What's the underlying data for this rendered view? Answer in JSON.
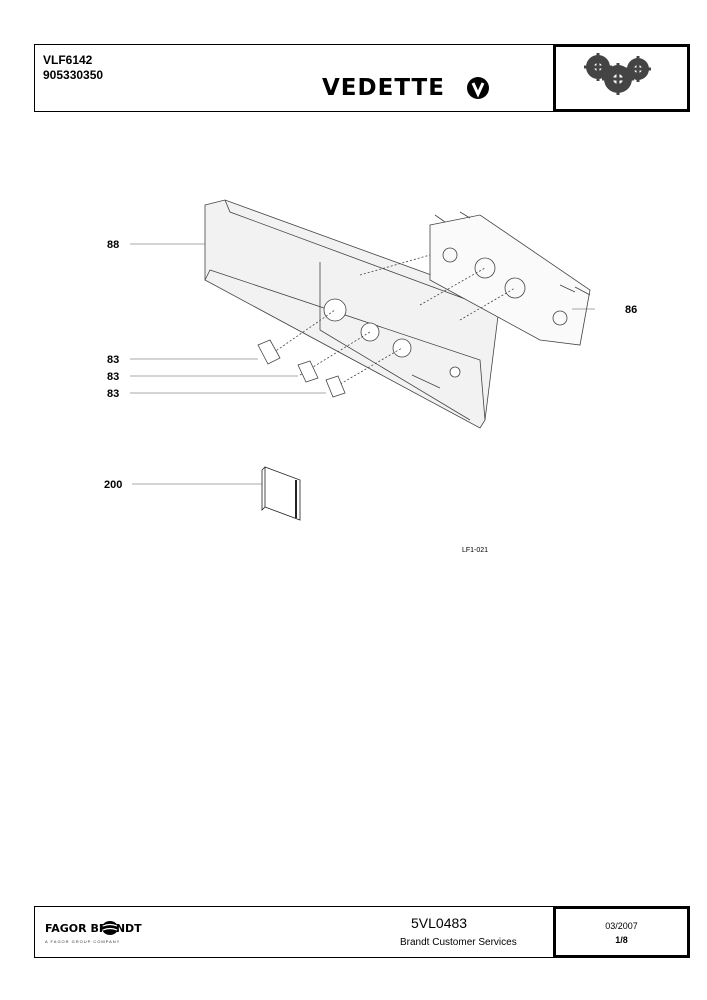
{
  "header": {
    "model": "VLF6142",
    "part_number": "905330350",
    "brand": "VEDETTE"
  },
  "drawing": {
    "callouts": {
      "front_panel": "88",
      "control_module": "86",
      "knob_1": "83",
      "knob_2": "83",
      "knob_3": "83",
      "manual": "200"
    },
    "reference": "LF1-021"
  },
  "footer": {
    "company": "FAGOR  BRANDT",
    "company_sub": "A FAGOR GROUP COMPANY",
    "document_ref": "5VL0483",
    "service": "Brandt Customer Services",
    "date": "03/2007",
    "page": "1/8"
  }
}
